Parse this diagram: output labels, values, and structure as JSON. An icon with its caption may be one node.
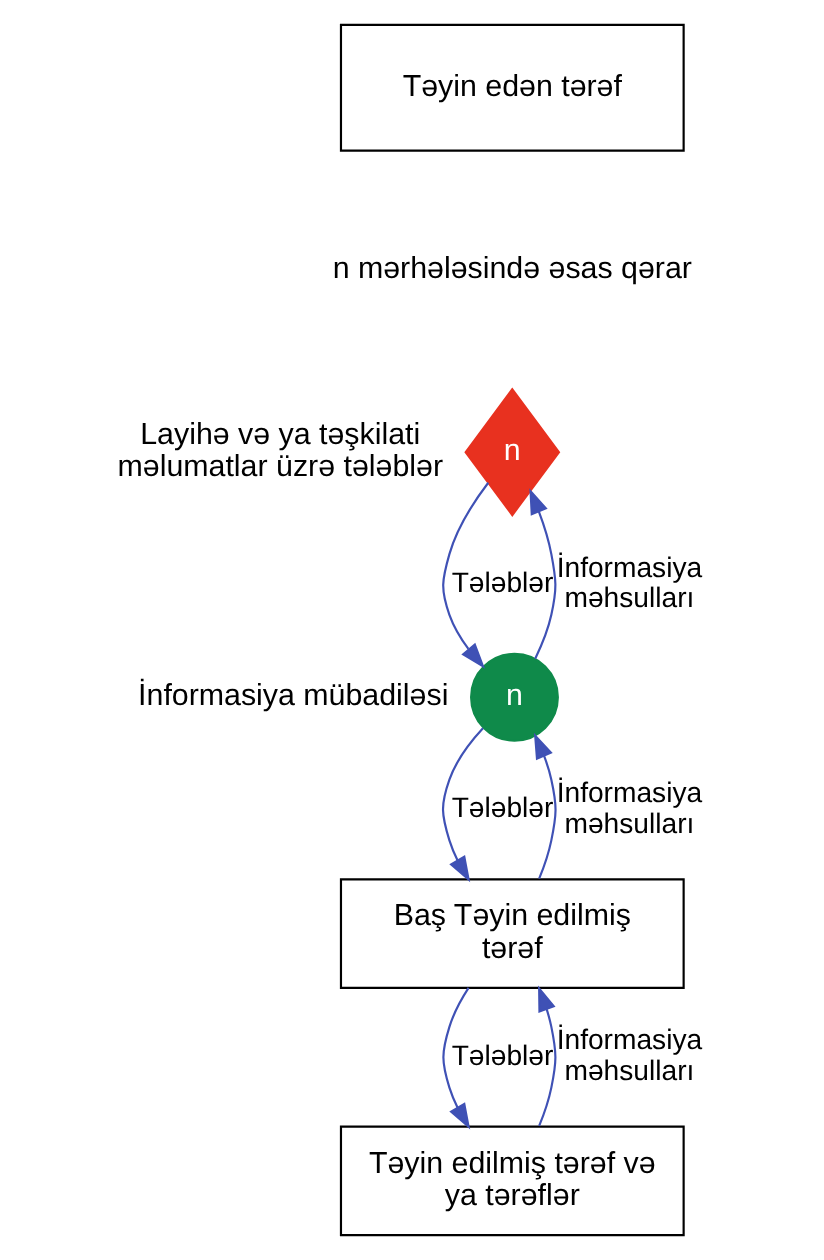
{
  "diagram": {
    "nodes": [
      {
        "text": [
          "Təyin edən tərəf"
        ]
      },
      {
        "text": [
          "n"
        ],
        "beside": [
          "n mərhələsində əsas qərar",
          "Layihə və ya təşkilati məlumatlar üzrə tələblər"
        ]
      },
      {
        "text": [
          "n"
        ],
        "beside": [
          "İnformasiya mübadiləsi"
        ]
      },
      {
        "text": [
          "Baş Təyin edilmiş tərəf"
        ]
      },
      {
        "text": [
          "Təyin edilmiş tərəf və ya tərəflər"
        ]
      }
    ],
    "edges": [
      {
        "from": 1,
        "to": 2,
        "arrow": "to",
        "label": "Tələblər"
      },
      {
        "from": 2,
        "to": 1,
        "arrow": "to",
        "label": "İnformasiya məhsulları"
      },
      {
        "from": 2,
        "to": 3,
        "arrow": "to",
        "label": "Tələblər"
      },
      {
        "from": 3,
        "to": 2,
        "arrow": "to",
        "label": "İnformasiya məhsulları"
      },
      {
        "from": 3,
        "to": 4,
        "arrow": "to",
        "label": "Tələblər"
      },
      {
        "from": 4,
        "to": 3,
        "arrow": "to",
        "label": "İnformasiya məhsulları"
      }
    ]
  }
}
